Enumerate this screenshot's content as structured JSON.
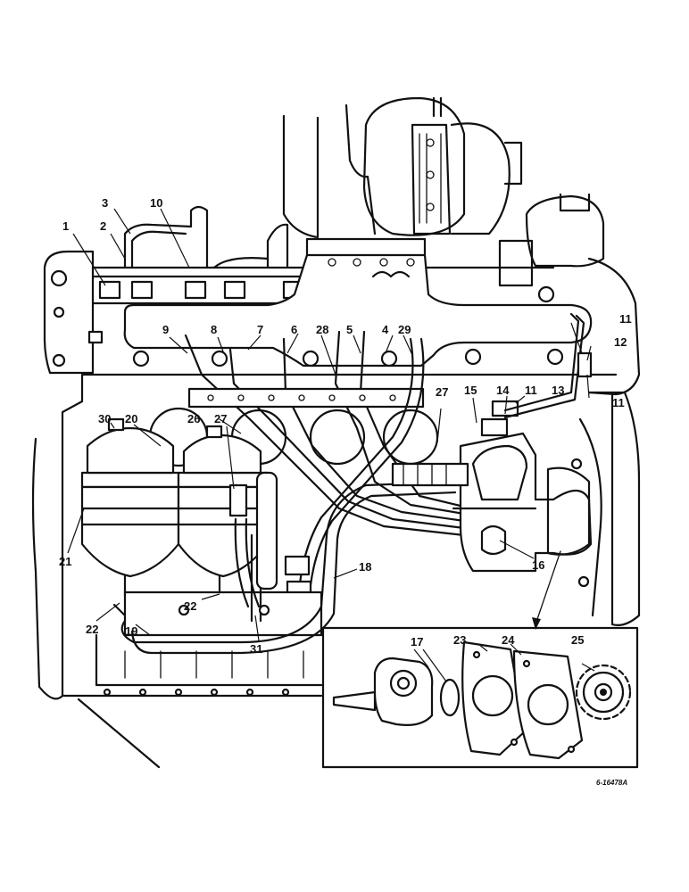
{
  "callouts": [
    "1",
    "2",
    "3",
    "4",
    "5",
    "6",
    "7",
    "8",
    "9",
    "10",
    "11",
    "11",
    "11",
    "12",
    "13",
    "14",
    "15",
    "16",
    "17",
    "18",
    "19",
    "20",
    "21",
    "22",
    "22",
    "23",
    "24",
    "25",
    "26",
    "27",
    "27",
    "28",
    "29",
    "30",
    "31"
  ],
  "drawing_number": "6-16478A"
}
